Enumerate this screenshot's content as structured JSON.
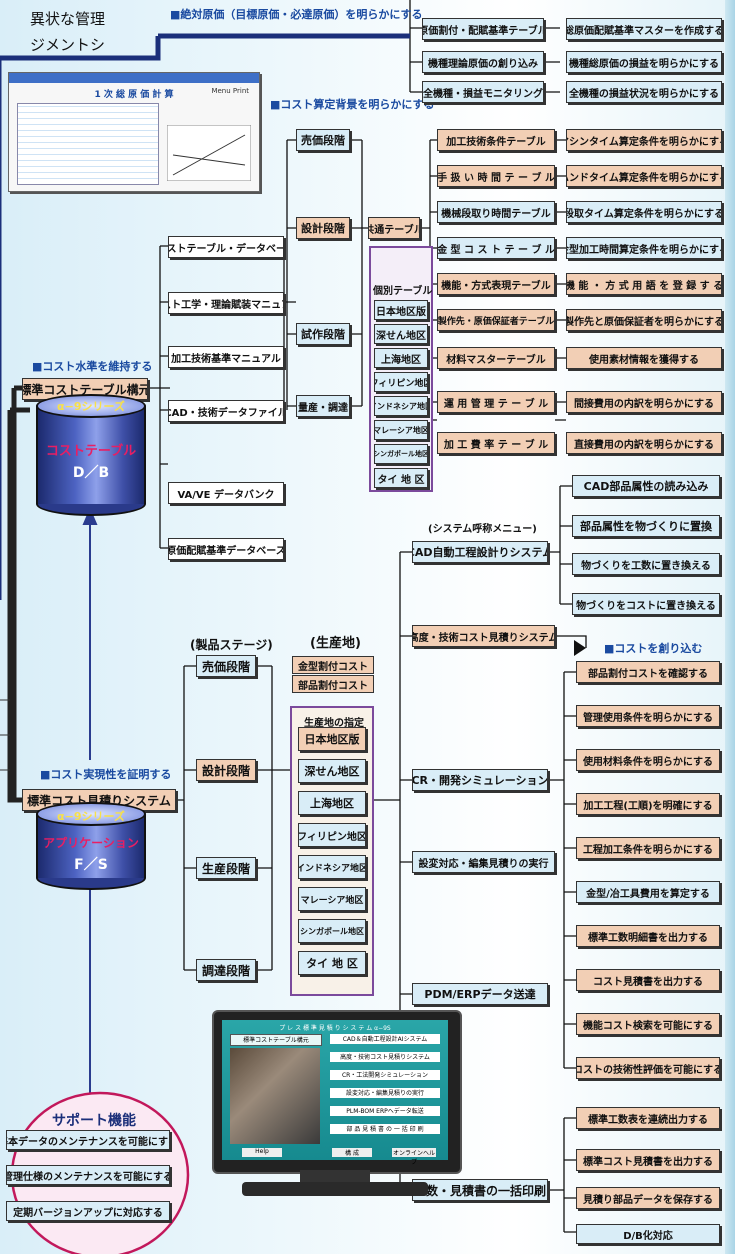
{
  "colors": {
    "navy": "#1b2f7a",
    "tan": "#f2cfb5",
    "light_blue": "#d9edf7",
    "magenta": "#c2185b",
    "title_blue": "#1a4aa0"
  },
  "top_left_fragment": {
    "line1": "異状な管理",
    "line2": "ジメントシ"
  },
  "sections": {
    "absolute_cost": "■絶対原価（目標原価・必達原価）を明らかにする",
    "cost_background": "■コスト算定背景を明らかにする",
    "maintain_cost": "■コスト水準を維持する",
    "prove_cost": "■コスト実現性を証明する",
    "create_cost": "■コストを創り込む"
  },
  "absolute_rows": [
    {
      "left": "原価割付・配賦基準テーブル",
      "right": "総原価配賦基準マスターを作成する"
    },
    {
      "left": "機種理論原価の創り込み",
      "right": "機種総原価の損益を明らかにする"
    },
    {
      "left": "全機種・損益モニタリング",
      "right": "全機種の損益状況を明らかにする"
    }
  ],
  "screenshot": {
    "title": "1 次 総 原 価 計 算",
    "header": "Menu  Print"
  },
  "cost_table_system": {
    "title": "標準コストテーブル構元",
    "items": [
      "コストテーブル・データベース",
      "コスト工学・理論賦装マニュアル",
      "加工技術基準マニュアル",
      "CAD・技術データファイル",
      "VA/VE データバンク",
      "原価配賦基準データベース"
    ],
    "stages": [
      "売価段階",
      "設計段階",
      "試作段階",
      "量産・調達"
    ],
    "common_table": "共通テーブル",
    "individual_table": "個別テーブル",
    "regions": [
      "日本地区版",
      "深せん地区",
      "上海地区",
      "フィリピン地区",
      "インドネシア地区",
      "マレーシア地区",
      "シンガポール地区",
      "タイ 地 区"
    ],
    "tables": [
      {
        "left": "加工技術条件テーブル",
        "right": "マシンタイム算定条件を明らかにする"
      },
      {
        "left": "手 扱 い 時 間 テ ー ブ ル",
        "right": "ハンドタイム算定条件を明らかにする"
      },
      {
        "left": "機械段取り時間テーブル",
        "right": "段取タイム算定条件を明らかにする"
      },
      {
        "left": "金 型 コ ス ト テ ー ブ ル",
        "right": "金型加工時間算定条件を明らかにする"
      },
      {
        "left": "機能・方式表現テーブル",
        "right": "機 能 ・ 方 式 用 語 を 登 録 す る"
      },
      {
        "left": "製作先・原価保証者テーブル",
        "right": "製作先と原価保証者を明らかにする"
      },
      {
        "left": "材料マスターテーブル",
        "right": "使用素材情報を獲得する"
      },
      {
        "left": "運 用 管 理 テ ー ブ ル",
        "right": "間接費用の内訳を明らかにする"
      },
      {
        "left": "加 工 費 率 テ ー ブ ル",
        "right": "直接費用の内訳を明らかにする"
      }
    ]
  },
  "db_cylinder": {
    "series": "α−9シリーズ",
    "name": "コストテーブル",
    "sub": "D／B"
  },
  "app_cylinder": {
    "series": "α−9シリーズ",
    "name": "アプリケーション",
    "sub": "F／S"
  },
  "estimation_system": {
    "title": "標準コスト見積りシステム",
    "product_stage_heading": "(製品ステージ)",
    "product_stages": [
      "売価段階",
      "設計段階",
      "生産段階",
      "調達段階"
    ],
    "production_site_heading": "(生産地)",
    "site_costs": [
      "金型割付コスト",
      "部品割付コスト"
    ],
    "site_designation": "生産地の指定",
    "sites": [
      "日本地区版",
      "深せん地区",
      "上海地区",
      "フィリピン地区",
      "インドネシア地区",
      "マレーシア地区",
      "シンガポール地区",
      "タイ 地 区"
    ],
    "menu_heading": "(システム呼称メニュー)",
    "menus": [
      "CAD自動工程設計りシステム",
      "高度・技術コスト見積りシステム",
      "CR・開発シミュレーション",
      "設変対応・編集見積りの実行",
      "PDM/ERPデータ送達",
      "工数・見積書の一括印刷"
    ],
    "cad_items": [
      "CAD部品属性の読み込み",
      "部品属性を物づくりに置換",
      "物づくりを工数に置き換える",
      "物づくりをコストに置き換える"
    ],
    "create_items": [
      "部品割付コストを確認する",
      "管理使用条件を明らかにする",
      "使用材料条件を明らかにする",
      "加工工程(工順)を明確にする",
      "工程加工条件を明らかにする",
      "金型/冶工具費用を算定する",
      "標準工数明細書を出力する",
      "コスト見積書を出力する",
      "機能コスト検索を可能にする",
      "コストの技術性評価を可能にする"
    ],
    "print_items": [
      "標準工数表を連続出力する",
      "標準コスト見積書を出力する",
      "見積り部品データを保存する",
      "D/B化対応"
    ]
  },
  "support": {
    "title": "サポート機能",
    "items": [
      "基本データのメンテナンスを可能にする",
      "管理仕様のメンテナンスを可能にする",
      "定期バージョンアップに対応する"
    ]
  },
  "monitor": {
    "title": "プ レ ス 標 準 見 積 り シ ス テ ム α−9S",
    "left_button": "標準コストテーブル構元",
    "menu": [
      "CAD＆自動工程設計AIシステム",
      "高度・技術コスト見積りシステム",
      "CR・工法開発シミュレーション",
      "設変対応・編集見積りの実行",
      "PLM-BOM ERPへデータ転送",
      "部 品 見 積 書 の 一 括 印 刷"
    ],
    "bottom": [
      "Help",
      "構 成",
      "オンラインヘルプ"
    ]
  }
}
